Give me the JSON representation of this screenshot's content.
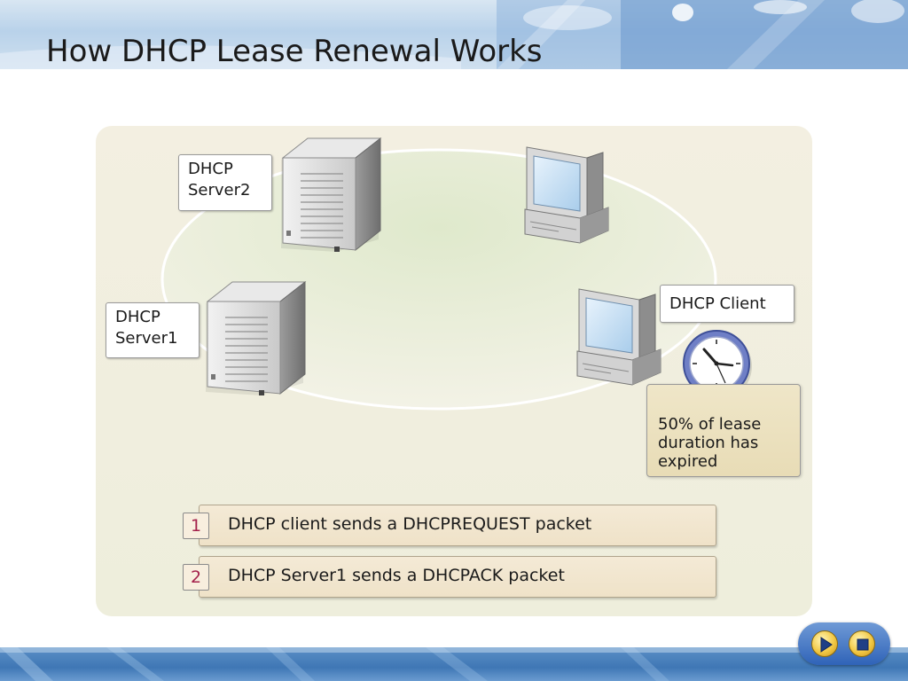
{
  "slide": {
    "title": "How DHCP Lease Renewal Works"
  },
  "labels": {
    "server2": "DHCP\nServer2",
    "server1": "DHCP\nServer1",
    "client": "DHCP Client"
  },
  "note": {
    "text": "50% of lease\nduration has\nexpired"
  },
  "steps": [
    {
      "number": "1",
      "text": "DHCP client sends a DHCPREQUEST packet"
    },
    {
      "number": "2",
      "text": "DHCP Server1 sends a DHCPACK packet"
    }
  ],
  "colors": {
    "step_number": "#a3204b",
    "network_ellipse": "#d8e4c4",
    "banner_blue": "#b9d2ea"
  },
  "icons": [
    "server-icon",
    "computer-icon",
    "clock-icon",
    "play-icon",
    "stop-icon"
  ]
}
